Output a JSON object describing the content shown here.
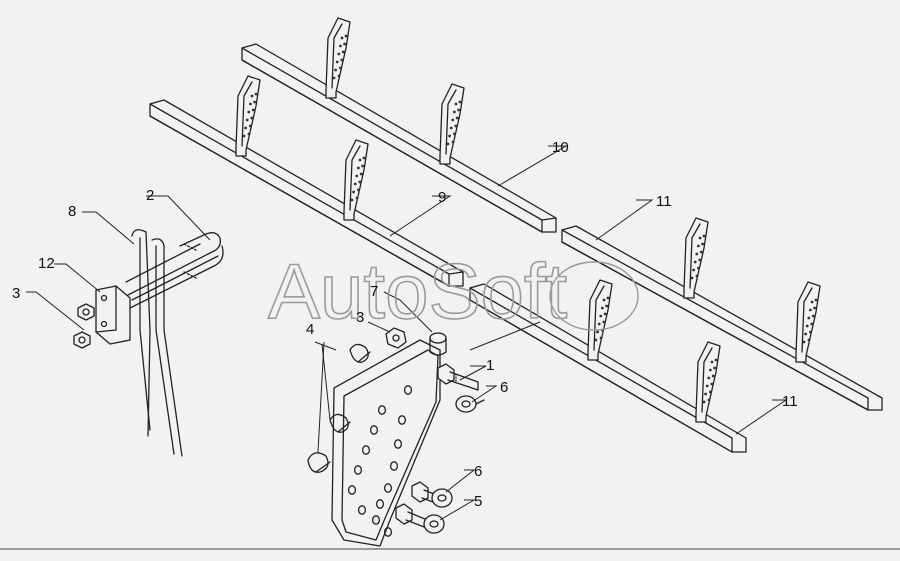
{
  "watermark": {
    "text": "AutoSoft"
  },
  "callouts": {
    "c1": "1",
    "c2": "2",
    "c3a": "3",
    "c3b": "3",
    "c4": "4",
    "c5": "5",
    "c6a": "6",
    "c6b": "6",
    "c7": "7",
    "c8": "8",
    "c9": "9",
    "c10": "10",
    "c11a": "11",
    "c11b": "11",
    "c12": "12"
  },
  "colors": {
    "background": "#f2f2f2",
    "line": "#222222",
    "watermark": "#9a9a9a"
  }
}
